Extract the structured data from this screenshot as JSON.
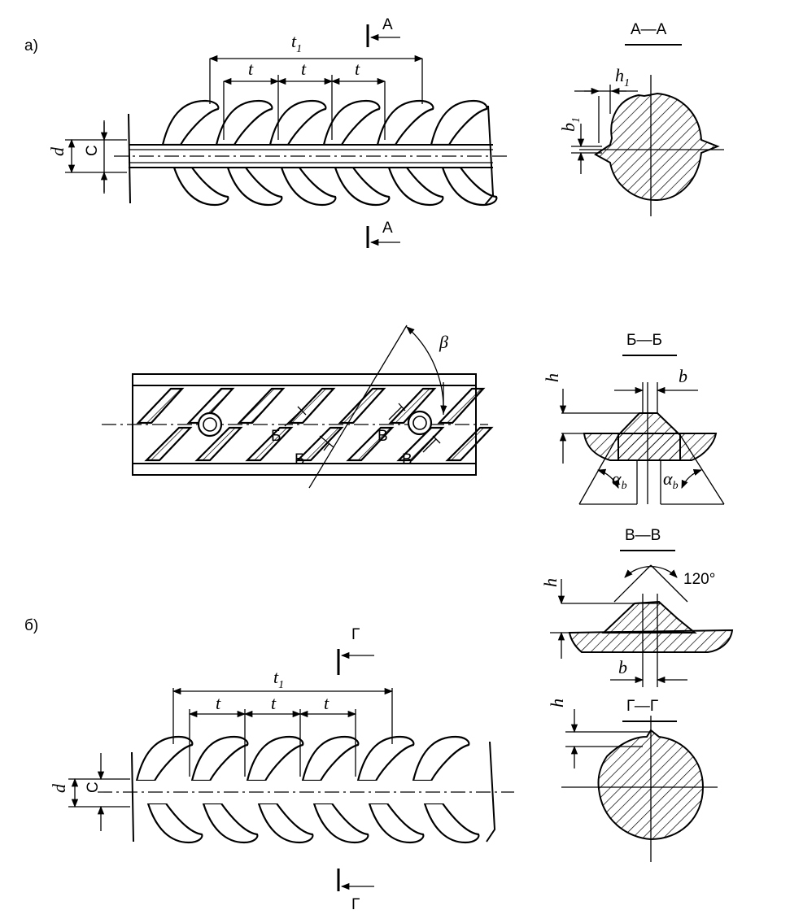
{
  "labels": {
    "variant_a": "а)",
    "variant_b": "б)",
    "t1": "t",
    "t1_sub": "1",
    "t": "t",
    "d": "d",
    "c": "C",
    "h": "h",
    "h1": "h",
    "h1_sub": "1",
    "b": "b",
    "b1": "b",
    "b1_sub": "1",
    "alpha": "α",
    "alpha_sub": "b",
    "beta": "β",
    "angle_120": "120°",
    "cut_a": "А",
    "cut_b": "Б",
    "cut_v": "В",
    "cut_g": "Г"
  },
  "sections": {
    "a_a": "А—А",
    "b_b": "Б—Б",
    "v_v": "В—В",
    "g_g": "Г—Г"
  }
}
